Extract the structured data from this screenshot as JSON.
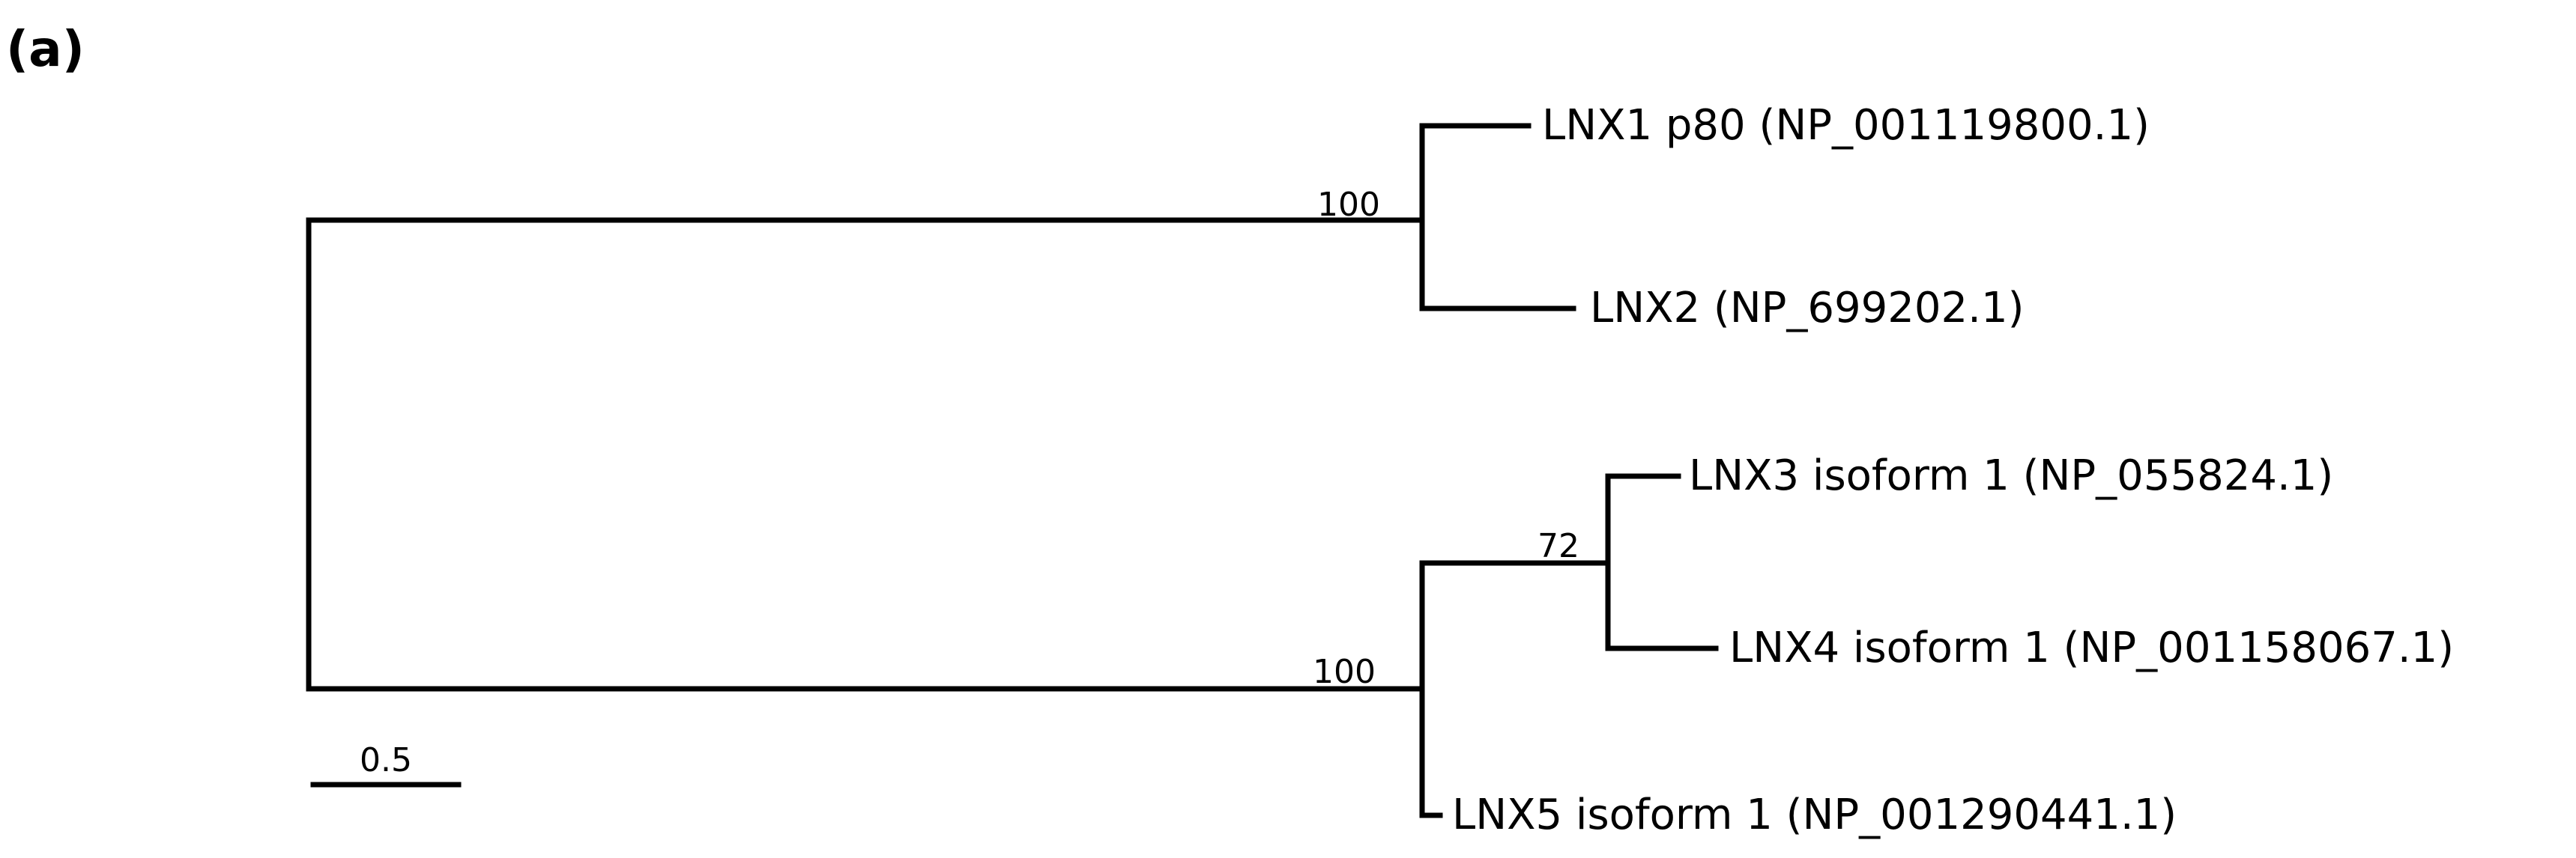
{
  "panel_label": "(a)",
  "tree": {
    "leaves": {
      "lnx1": "LNX1 p80 (NP_001119800.1)",
      "lnx2": "LNX2 (NP_699202.1)",
      "lnx3": "LNX3 isoform 1 (NP_055824.1)",
      "lnx4": "LNX4 isoform 1 (NP_001158067.1)",
      "lnx5": "LNX5 isoform 1 (NP_001290441.1)"
    },
    "support": {
      "lnx1_lnx2": "100",
      "lnx3_lnx5": "100",
      "lnx3_lnx4": "72"
    },
    "scale_bar": "0.5"
  },
  "colors": {
    "lines": "#000000",
    "text": "#000000",
    "background": "#ffffff"
  }
}
